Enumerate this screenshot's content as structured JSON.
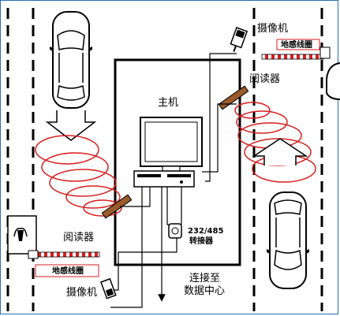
{
  "labels": {
    "host": "主机",
    "reader_top": "阅读器",
    "reader_bottom": "阅读器",
    "camera_top": "摄像机",
    "camera_bottom": "摄像机",
    "converter_line1": "232/485",
    "converter_line2": "转接器",
    "connect_line1": "连接至",
    "connect_line2": "数据中心",
    "loop_sensor_top": "地感线圈",
    "loop_sensor_bottom": "地感线圈"
  },
  "colors": {
    "coil": "#d81e1e",
    "barrier_stripe": "#d81e1e",
    "tag_border": "#d81e1e",
    "frame_border": "#2a6fb0"
  }
}
